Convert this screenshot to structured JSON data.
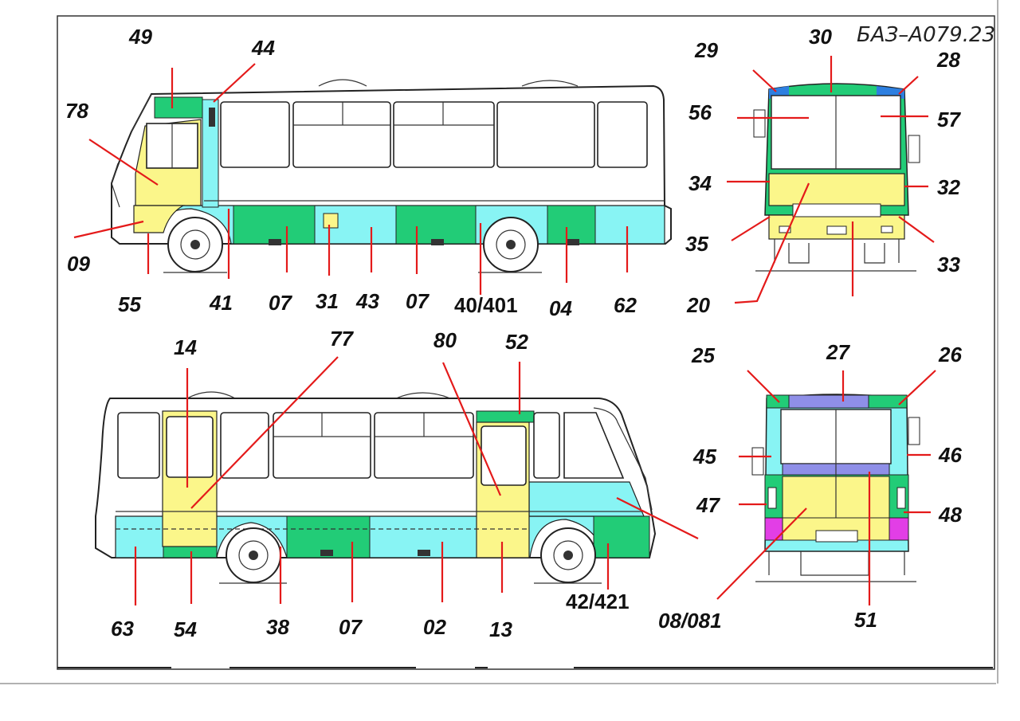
{
  "drawing": {
    "model_code": "БАЗ–А079.23",
    "panel_colors": {
      "green": "#22cc77",
      "cyan": "#88f4f4",
      "yellow": "#fbf68a",
      "blue": "#2d7fe0",
      "purple": "#8f8fe8",
      "magenta": "#e23ee6",
      "leader": "#e41a1a"
    }
  },
  "views": {
    "left_side": {
      "labels": [
        "49",
        "44",
        "78",
        "09",
        "55",
        "41",
        "07",
        "31",
        "43",
        "07",
        "40/401",
        "04",
        "62"
      ]
    },
    "front": {
      "labels": [
        "29",
        "30",
        "28",
        "56",
        "57",
        "34",
        "32",
        "35",
        "33",
        "20"
      ]
    },
    "right_side": {
      "labels": [
        "14",
        "77",
        "80",
        "52",
        "63",
        "54",
        "38",
        "07",
        "02",
        "13",
        "42/421"
      ]
    },
    "rear": {
      "labels": [
        "25",
        "27",
        "26",
        "45",
        "46",
        "47",
        "48",
        "08/081",
        "51"
      ]
    }
  }
}
